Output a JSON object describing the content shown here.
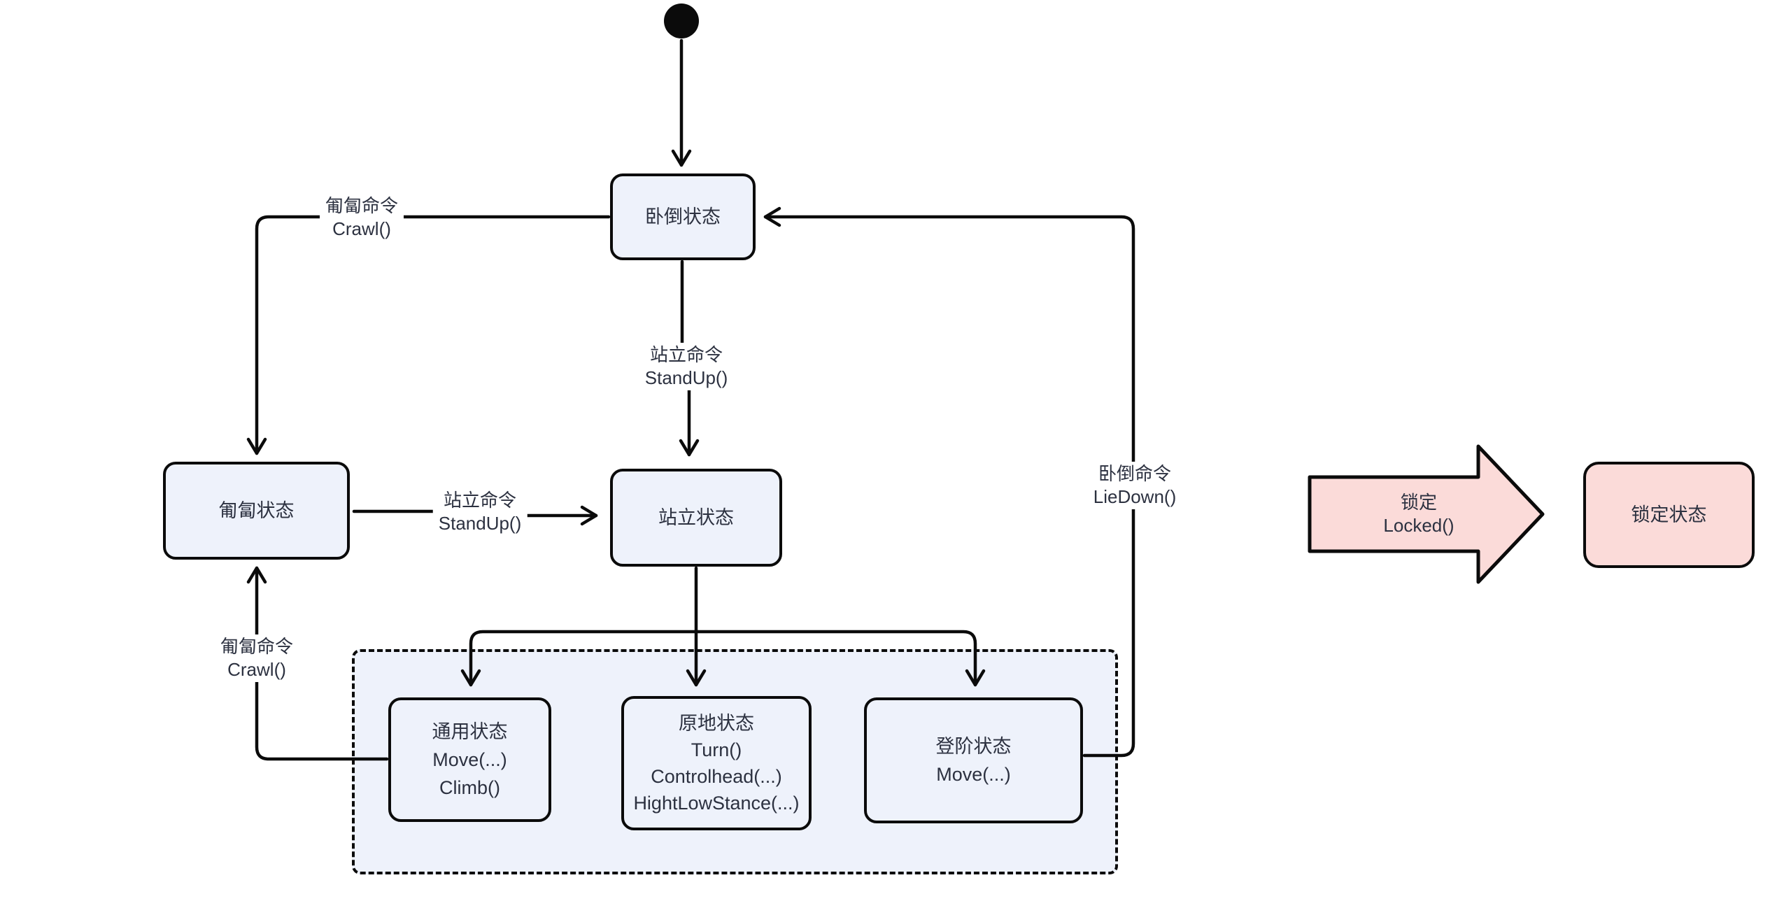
{
  "diagram_title": "robot-posture-state-machine",
  "colors": {
    "node_fill": "#eef2fb",
    "locked_fill": "#fbdbd9",
    "stroke": "#0b0b0b",
    "text": "#2c3140",
    "background": "#ffffff"
  },
  "nodes": {
    "lie_down": {
      "label": "卧倒状态"
    },
    "crawl": {
      "label": "匍匐状态"
    },
    "stand": {
      "label": "站立状态"
    },
    "common": {
      "lines": [
        "通用状态",
        "Move(...)",
        "Climb()"
      ]
    },
    "in_place": {
      "lines": [
        "原地状态",
        "Turn()",
        "Controlhead(...)",
        "HightLowStance(...)"
      ]
    },
    "stairs": {
      "lines": [
        "登阶状态",
        "Move(...)"
      ]
    },
    "locked": {
      "label": "锁定状态"
    }
  },
  "edges": {
    "crawl_cmd_top": {
      "lines": [
        "匍匐命令",
        "Crawl()"
      ]
    },
    "standup_vertical": {
      "lines": [
        "站立命令",
        "StandUp()"
      ]
    },
    "standup_horizontal": {
      "lines": [
        "站立命令",
        "StandUp()"
      ]
    },
    "crawl_cmd_left": {
      "lines": [
        "匍匐命令",
        "Crawl()"
      ]
    },
    "liedown_cmd": {
      "lines": [
        "卧倒命令",
        "LieDown()"
      ]
    },
    "locked_cmd": {
      "lines": [
        "锁定",
        "Locked()"
      ]
    }
  }
}
